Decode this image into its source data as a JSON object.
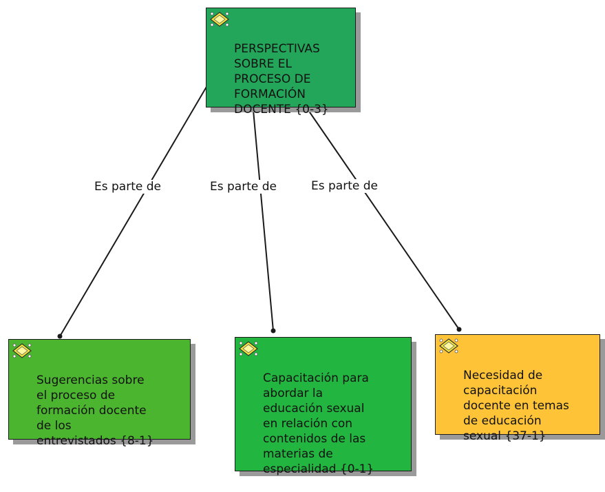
{
  "colors": {
    "root": "#23a55a",
    "child_light_green": "#4bb52f",
    "child_green": "#22b53f",
    "child_orange": "#ffc338",
    "line": "#1a1a1a",
    "icon_fill": "#f5e73a"
  },
  "icon": "code-network-icon",
  "root": {
    "label": "PERSPECTIVAS\nSOBRE EL\nPROCESO DE\nFORMACIÓN\nDOCENTE {0-3}"
  },
  "children": [
    {
      "label": "Sugerencias sobre\nel proceso de\nformación docente\nde los\nentrevistados {8-1}",
      "relation": "Es parte de"
    },
    {
      "label": "Capacitación para\nabordar la\neducación sexual\nen relación con\ncontenidos de las\nmaterias de\nespecialidad {0-1}",
      "relation": "Es parte de"
    },
    {
      "label": "Necesidad de\ncapacitación\ndocente en temas\nde educación\nsexual {37-1}",
      "relation": "Es parte de"
    }
  ]
}
